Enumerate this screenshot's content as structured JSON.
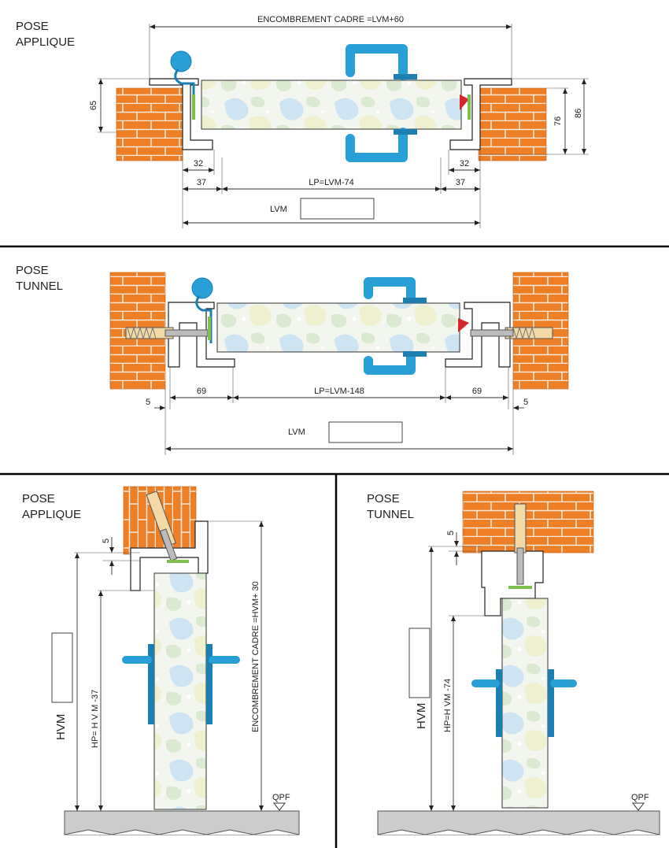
{
  "sections": {
    "applique_top": {
      "title_line1": "POSE",
      "title_line2": "APPLIQUE",
      "encombrement": "ENCOMBREMENT CADRE =LVM+60",
      "dim_65": "65",
      "dim_76": "76",
      "dim_86": "86",
      "dim_32_left": "32",
      "dim_32_right": "32",
      "dim_37_left": "37",
      "dim_37_right": "37",
      "lp": "LP=LVM-74",
      "lvm": "LVM"
    },
    "tunnel_top": {
      "title_line1": "POSE",
      "title_line2": "TUNNEL",
      "dim_5_left": "5",
      "dim_5_right": "5",
      "dim_69_left": "69",
      "dim_69_right": "69",
      "lp": "LP=LVM-148",
      "lvm": "LVM"
    },
    "applique_side": {
      "title_line1": "POSE",
      "title_line2": "APPLIQUE",
      "dim_5": "5",
      "hvm": "HVM",
      "hp": "HP=   H V M    -37",
      "encombrement": "ENCOMBREMENT CADRE =HVM+   30",
      "qpf": "QPF"
    },
    "tunnel_side": {
      "title_line1": "POSE",
      "title_line2": "TUNNEL",
      "dim_5": "5",
      "hvm": "HVM",
      "hp": "HP=H  VM -74",
      "qpf": "QPF"
    }
  },
  "colors": {
    "brick": "#ef7f26",
    "mortar": "#f6e9dc",
    "handle": "#2a9fd6",
    "handle_dark": "#1c7fb0",
    "panel_a": "#cfe4f3",
    "panel_b": "#eef0d0",
    "panel_c": "#dbe9d2",
    "seal_red": "#d8262e",
    "seal_green": "#7fbf4d",
    "floor": "#cccccc",
    "rule": "#000000"
  }
}
